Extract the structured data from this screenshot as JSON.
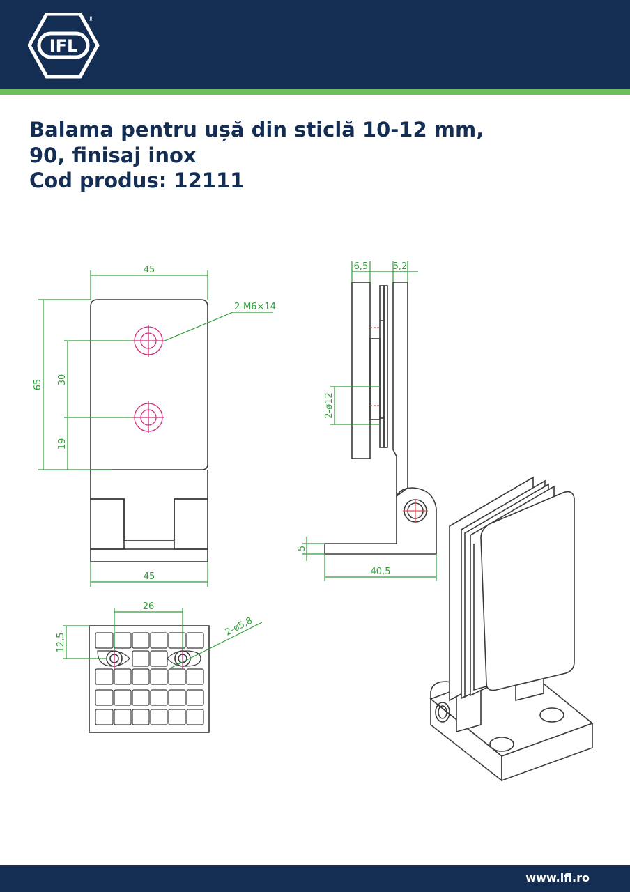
{
  "brand": {
    "logo_text": "IFL",
    "registered_mark": "®",
    "colors": {
      "navy": "#142d52",
      "green": "#6cbf5a"
    }
  },
  "title": {
    "line1": "Balama pentru ușă din sticlă 10-12 mm,",
    "line2": "90, finisaj inox",
    "line3": "Cod produs: 12111"
  },
  "drawing": {
    "front_view": {
      "dim_width_top": "45",
      "dim_height_total": "65",
      "dim_hole_spacing": "30",
      "dim_hole_offset": "19",
      "dim_width_bottom": "45",
      "hole_callout": "2-M6×14"
    },
    "bottom_view": {
      "dim_hole_spacing": "26",
      "dim_offset": "12,5",
      "hole_callout": "2-ø5,8"
    },
    "side_view": {
      "dim_plate_thickness": "6,5",
      "dim_gap": "5,2",
      "dim_diameter": "2-ø12",
      "dim_base_thickness": "5",
      "dim_base_length": "40,5"
    }
  },
  "footer": {
    "url": "www.ifl.ro"
  }
}
